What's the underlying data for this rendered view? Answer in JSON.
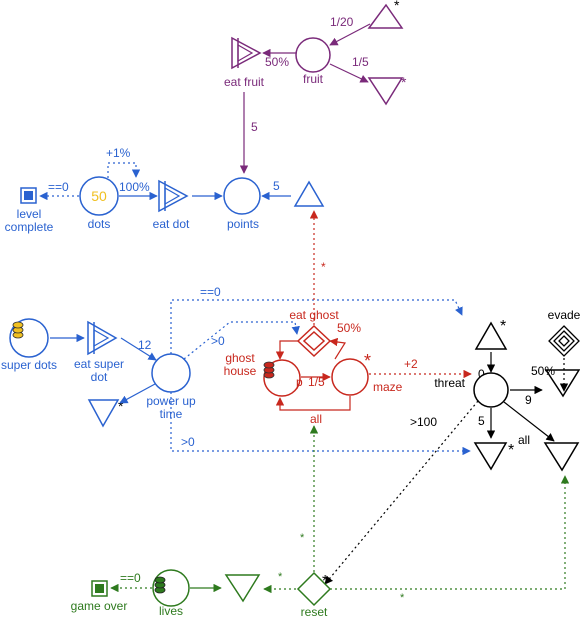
{
  "colors": {
    "purple": "#7a2a7a",
    "blue": "#2a62d0",
    "red": "#c8281e",
    "black": "#000000",
    "green": "#2e7a1e",
    "yellow": "#f0c020"
  },
  "fruit": {
    "source_top_label": "1/20",
    "drain_label": "1/5",
    "pool_label": "fruit",
    "converter_label": "eat fruit",
    "convert_pct": "50%",
    "to_points_label": "5"
  },
  "dots": {
    "pool_value": "50",
    "pool_label": "dots",
    "level_complete_label": "level\ncomplete",
    "cond_label": "==0",
    "bonus_label": "+1%",
    "rate_label": "100%",
    "eat_dot_label": "eat dot",
    "points_label": "points",
    "source_to_points_label": "5"
  },
  "super": {
    "super_dots_label": "super dots",
    "eat_super_dot_label": "eat super\ndot",
    "power_up_label": "power up\ntime",
    "flow_label": "12",
    "gt0_top": ">0",
    "gt0_bottom": ">0",
    "eq0_top": "==0"
  },
  "ghost": {
    "eat_ghost_label": "eat ghost",
    "eat_ghost_pct": "50%",
    "house_label": "ghost\nhouse",
    "p_label": "p",
    "rate_label": "1/5",
    "maze_label": "maze",
    "all_label": "all",
    "plus2_label": "+2",
    "star_label": "*"
  },
  "threat": {
    "threat_label": "threat",
    "evade_label": "evade",
    "evade_pct": "50%",
    "zero_label": "0",
    "nine_label": "9",
    "five_label": "5",
    "all_label": "all",
    "gt100_label": ">100"
  },
  "lives": {
    "game_over_label": "game over",
    "cond_label": "==0",
    "lives_label": "lives",
    "reset_label": "reset",
    "star": "*"
  }
}
